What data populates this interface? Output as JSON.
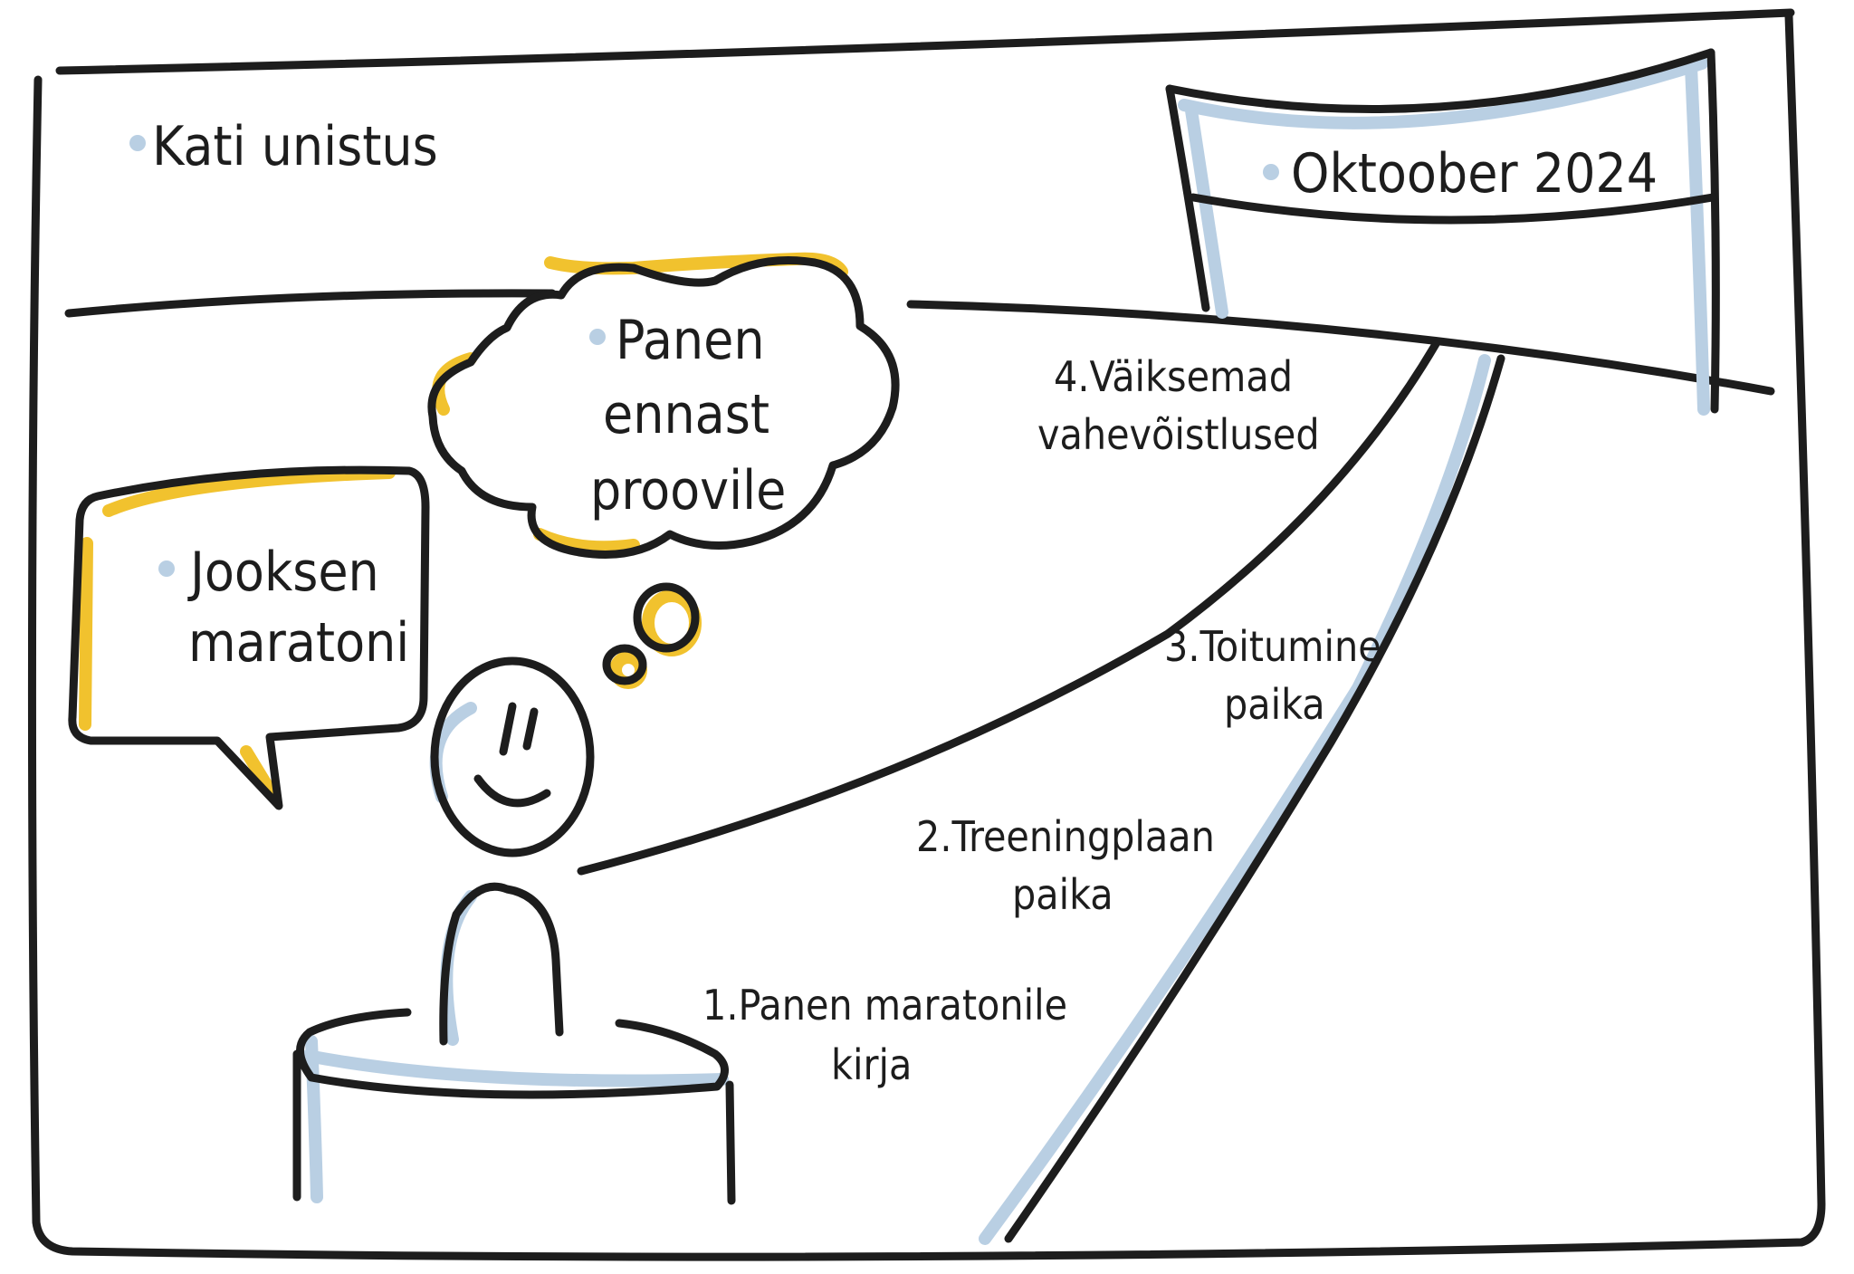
{
  "title": "Kati unistus",
  "finish_banner": "Oktoober 2024",
  "speech_bubble": [
    "Jooksen",
    "maratoni"
  ],
  "thought_bubble": [
    "Panen",
    "ennast",
    "proovile"
  ],
  "steps": [
    {
      "lines": [
        "1.Panen maratonile",
        "kirja"
      ]
    },
    {
      "lines": [
        "2.Treeningplaan",
        "paika"
      ]
    },
    {
      "lines": [
        "3.Toitumine",
        "paika"
      ]
    },
    {
      "lines": [
        "4.Väiksemad",
        "vahevõistlused"
      ]
    }
  ],
  "colors": {
    "ink": "#1d1d1d",
    "accent_blue": "#b9cfe3",
    "accent_yellow": "#f1c22e"
  }
}
